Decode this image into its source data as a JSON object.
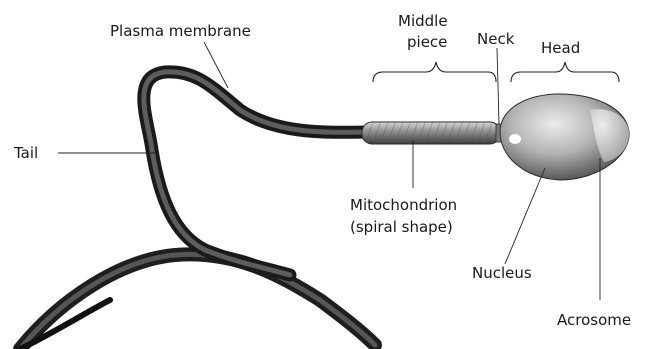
{
  "labels": {
    "plasma_membrane": "Plasma membrane",
    "middle_piece_line1": "Middle",
    "middle_piece_line2": "piece",
    "neck": "Neck",
    "head": "Head",
    "tail": "Tail",
    "mitochondrion_line1": "Mitochondrion",
    "mitochondrion_line2": "(spiral shape)",
    "nucleus": "Nucleus",
    "acrosome": "Acrosome"
  }
}
